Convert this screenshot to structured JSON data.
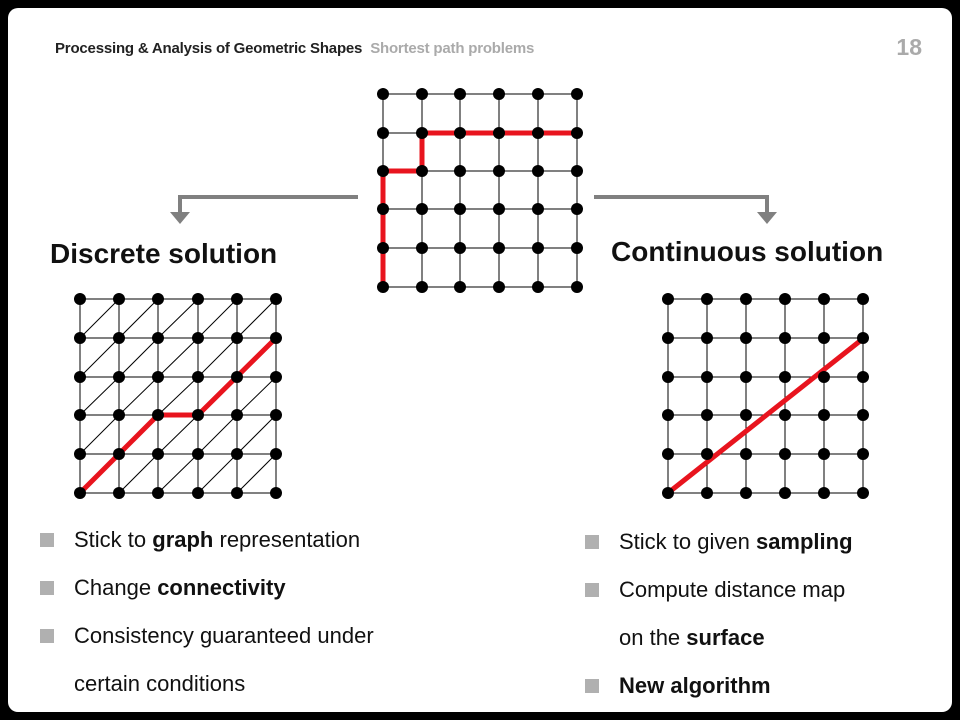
{
  "header": {
    "title": "Processing & Analysis of Geometric Shapes",
    "subtitle": "Shortest path problems",
    "page_number": "18"
  },
  "left": {
    "heading": "Discrete solution",
    "bullets": [
      [
        {
          "t": "Stick to "
        },
        {
          "t": "graph",
          "b": true
        },
        {
          "t": " representation"
        }
      ],
      [
        {
          "t": "Change "
        },
        {
          "t": "connectivity",
          "b": true
        }
      ],
      [
        {
          "t": "Consistency guaranteed under"
        }
      ],
      [
        {
          "t": "certain conditions",
          "cont": true
        }
      ]
    ]
  },
  "right": {
    "heading": "Continuous solution",
    "bullets": [
      [
        {
          "t": "Stick to given "
        },
        {
          "t": "sampling",
          "b": true
        }
      ],
      [
        {
          "t": "Compute distance map"
        }
      ],
      [
        {
          "t": "on the "
        },
        {
          "t": "surface",
          "b": true,
          "cont": true
        }
      ],
      [
        {
          "t": "New algorithm",
          "b": true
        }
      ]
    ]
  },
  "colors": {
    "path": "#e8141e",
    "grid": "#000000",
    "arrow": "#808080",
    "bullet": "#b0b0b0"
  }
}
